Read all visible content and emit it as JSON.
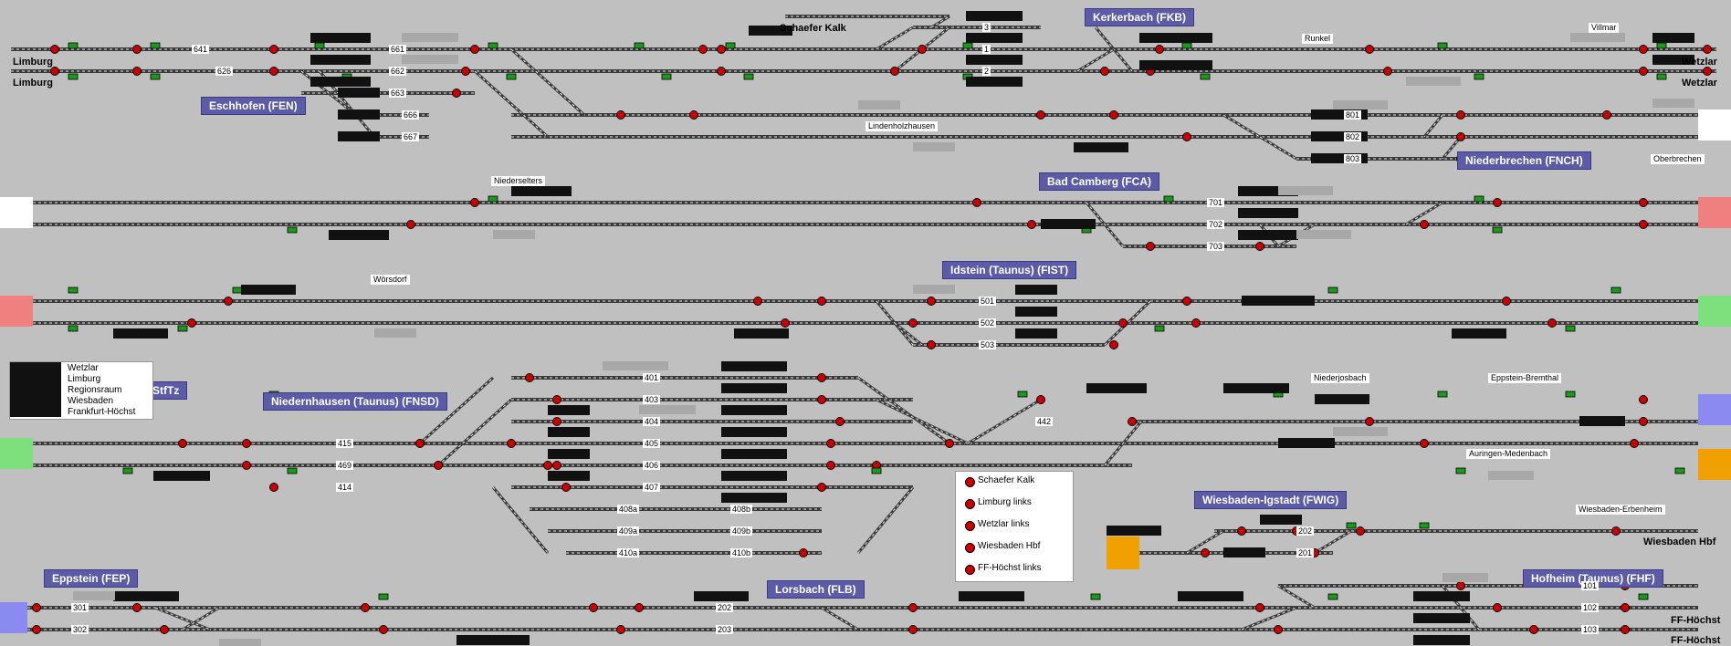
{
  "colors": {
    "background": "#c0c0c0",
    "track": "#3a3a3a",
    "signal_red": "#cc0000",
    "signal_green": "#1a9a1a",
    "station_box": "#5b5ba8",
    "edge_red": "#f08080",
    "edge_green": "#7de07d",
    "edge_blue": "#8a8af0",
    "edge_orange": "#f0a000",
    "edge_white": "#ffffff"
  },
  "stations": {
    "kerkerbach": "Kerkerbach (FKB)",
    "eschhofen": "Eschhofen (FEN)",
    "niederbrechen": "Niederbrechen (FNCH)",
    "bad_camberg": "Bad Camberg (FCA)",
    "idstein": "Idstein (Taunus) (FIST)",
    "stiftz": "StfTz",
    "niedernhausen": "Niedernhausen (Taunus) (FNSD)",
    "wiesbaden_igstadt": "Wiesbaden-Igstadt (FWIG)",
    "eppstein": "Eppstein (FEP)",
    "lorsbach": "Lorsbach (FLB)",
    "hofheim": "Hofheim (Taunus) (FHF)"
  },
  "places": {
    "limburg_top": "Limburg",
    "limburg_bottom": "Limburg",
    "schaefer_kalk": "Schaefer Kalk",
    "wetzlar_top": "Wetzlar",
    "wetzlar_bottom": "Wetzlar",
    "wiesbaden_hbf": "Wiesbaden Hbf",
    "ff_hoechst_1": "FF-Höchst",
    "ff_hoechst_2": "FF-Höchst"
  },
  "small_labels": {
    "runkel": "Runkel",
    "villmar": "Villmar",
    "lindenholzhausen": "Lindenholzhausen",
    "oberbrechen": "Oberbrechen",
    "niederselters": "Niederselters",
    "woersdorf": "Wörsdorf",
    "niederjosbach": "Niederjosbach",
    "eppstein_bremthal": "Eppstein-Bremthal",
    "auringen_medenbach": "Auringen-Medenbach",
    "wiesbaden_erbenheim": "Wiesbaden-Erbenheim"
  },
  "tracks": {
    "t641": "641",
    "t626": "626",
    "t661": "661",
    "t662": "662",
    "t663": "663",
    "t666": "666",
    "t667": "667",
    "t3": "3",
    "t1": "1",
    "t2": "2",
    "t801": "801",
    "t802": "802",
    "t803": "803",
    "t701": "701",
    "t702": "702",
    "t703": "703",
    "t501": "501",
    "t502": "502",
    "t503": "503",
    "t401": "401",
    "t403": "403",
    "t404": "404",
    "t405": "405",
    "t406": "406",
    "t407": "407",
    "t408a": "408a",
    "t408b": "408b",
    "t409a": "409a",
    "t409b": "409b",
    "t410a": "410a",
    "t410b": "410b",
    "t415": "415",
    "t469": "469",
    "t414": "414",
    "t442": "442",
    "t202_w": "202",
    "t201": "201",
    "t301": "301",
    "t302": "302",
    "t202_l": "202",
    "t203": "203",
    "t101": "101",
    "t102": "102",
    "t103": "103"
  },
  "legend": {
    "items": [
      "Schaefer Kalk",
      "Limburg links",
      "Wetzlar links",
      "Wiesbaden Hbf",
      "FF-Höchst links"
    ]
  },
  "stiftz_legend": {
    "items": [
      "Wetzlar",
      "Limburg",
      "Regionsraum",
      "Wiesbaden",
      "Frankfurt-Höchst"
    ]
  }
}
